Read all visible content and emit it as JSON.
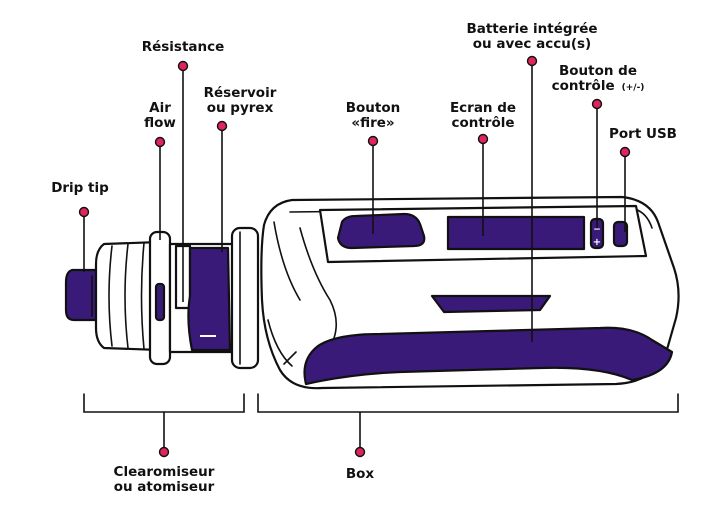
{
  "labels": {
    "drip_tip": "Drip tip",
    "air_flow_1": "Air",
    "air_flow_2": "flow",
    "resistance": "Résistance",
    "reservoir_1": "Réservoir",
    "reservoir_2": "ou pyrex",
    "bouton_fire_1": "Bouton",
    "bouton_fire_2": "«fire»",
    "ecran_1": "Ecran de",
    "ecran_2": "contrôle",
    "batterie_1": "Batterie intégrée",
    "batterie_2": "ou avec accu(s)",
    "bouton_controle_1": "Bouton de",
    "bouton_controle_2": "contrôle",
    "bouton_controle_suffix": "(+/-)",
    "port_usb": "Port USB",
    "clearomiseur_1": "Clearomiseur",
    "clearomiseur_2": "ou atomiseur",
    "box": "Box",
    "minus_sign": "−",
    "plus_sign": "+"
  },
  "colors": {
    "accent_purple": "#3a1a78",
    "marker_pink": "#e0245e",
    "ink": "#111111",
    "background": "#ffffff"
  },
  "icons": {
    "markers": "pink-dot-icon"
  }
}
